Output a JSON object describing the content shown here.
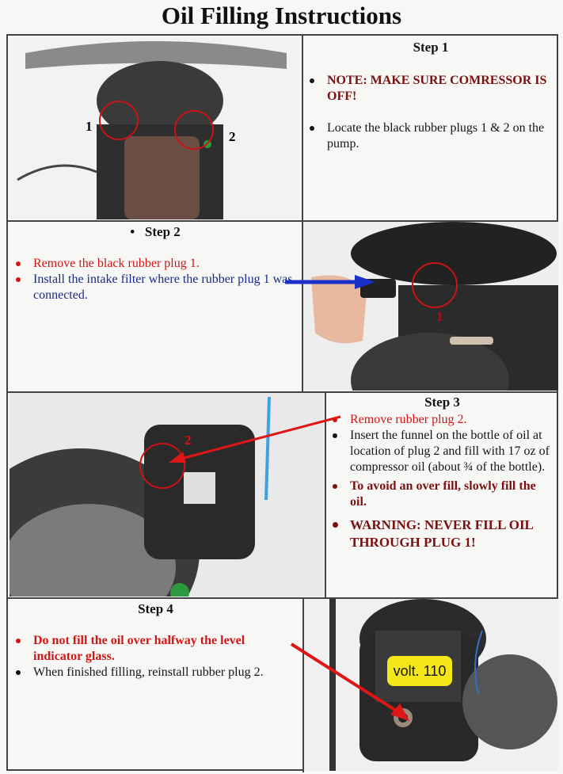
{
  "document": {
    "title": "Oil Filling Instructions"
  },
  "steps": [
    {
      "title": "Step 1",
      "bullets": [
        {
          "text": "NOTE:  MAKE SURE COMRESSOR IS OFF!",
          "style": "dark-red-bold"
        },
        {
          "text": "Locate the black rubber plugs 1 & 2 on the pump.",
          "style": "black"
        }
      ],
      "photo": {
        "labels": [
          "1",
          "2"
        ],
        "annotations": "red circles around plug 1 and plug 2"
      }
    },
    {
      "title": "Step 2",
      "title_bullet": "•",
      "bullets": [
        {
          "text": "Remove the black rubber plug 1.",
          "style": "red"
        },
        {
          "text": "Install the intake filter where the rubber plug 1 was connected.",
          "style": "blue"
        }
      ],
      "photo": {
        "labels": [
          "1"
        ],
        "annotations": "blue arrow pointing to intake filter, red circle at plug 1"
      }
    },
    {
      "title": "Step 3",
      "bullets": [
        {
          "text": "Remove rubber plug 2.",
          "style": "red"
        },
        {
          "text": "Insert the funnel on the bottle of oil at location of plug 2 and fill with 17 oz of compressor oil (about ¾ of the bottle).",
          "style": "black"
        },
        {
          "text": "To avoid an over fill, slowly fill the oil.",
          "style": "dark-red-bold"
        },
        {
          "text": "WARNING:  NEVER FILL OIL THROUGH PLUG 1!",
          "style": "dark-red-bold-large"
        }
      ],
      "photo": {
        "labels": [
          "2"
        ],
        "annotations": "red circle at plug 2 with red arrow from text"
      }
    },
    {
      "title": "Step 4",
      "bullets": [
        {
          "text": "Do not fill the oil over halfway the level indicator glass.",
          "style": "red-bold"
        },
        {
          "text": "When finished filling, reinstall rubber plug 2.",
          "style": "black"
        }
      ],
      "photo": {
        "label_sticker": "volt. 110",
        "annotations": "red arrow pointing to level indicator glass"
      }
    }
  ],
  "colors": {
    "dark_red": "#7a1010",
    "red": "#d51515",
    "blue": "#1a2a8a",
    "arrow_blue": "#1b2fc9",
    "sticker_yellow": "#f5e61a"
  }
}
